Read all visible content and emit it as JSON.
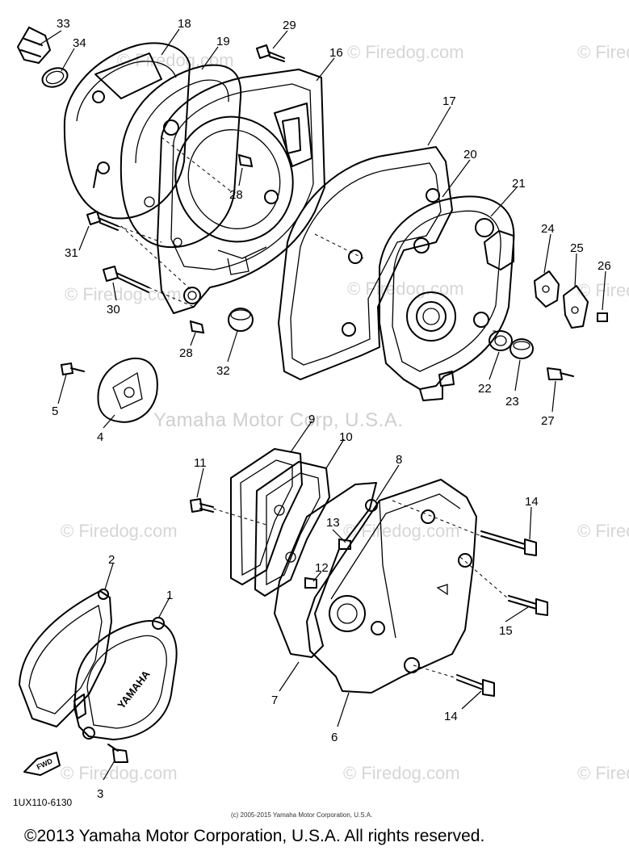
{
  "diagram": {
    "part_number": "1UX110-6130",
    "callouts": [
      "33",
      "34",
      "18",
      "19",
      "29",
      "16",
      "17",
      "20",
      "21",
      "24",
      "25",
      "26",
      "28",
      "31",
      "30",
      "28",
      "32",
      "5",
      "4",
      "22",
      "23",
      "27",
      "9",
      "10",
      "11",
      "8",
      "13",
      "14",
      "12",
      "2",
      "1",
      "15",
      "7",
      "6",
      "14",
      "3"
    ],
    "cover_brand": "YAMAHA",
    "fwd_label": "FWD"
  },
  "watermarks": {
    "site": "© Firedog.com",
    "site_alt": "Firedog.com",
    "company": "Yamaha Motor Corp, U.S.A."
  },
  "copyright": {
    "small": "(c) 2005-2015 Yamaha Motor Corporation, U.S.A.",
    "footer": "©2013 Yamaha Motor Corporation, U.S.A. All rights reserved."
  },
  "colors": {
    "ink": "#000000",
    "watermark": "#d6d6d6",
    "background": "#ffffff"
  }
}
